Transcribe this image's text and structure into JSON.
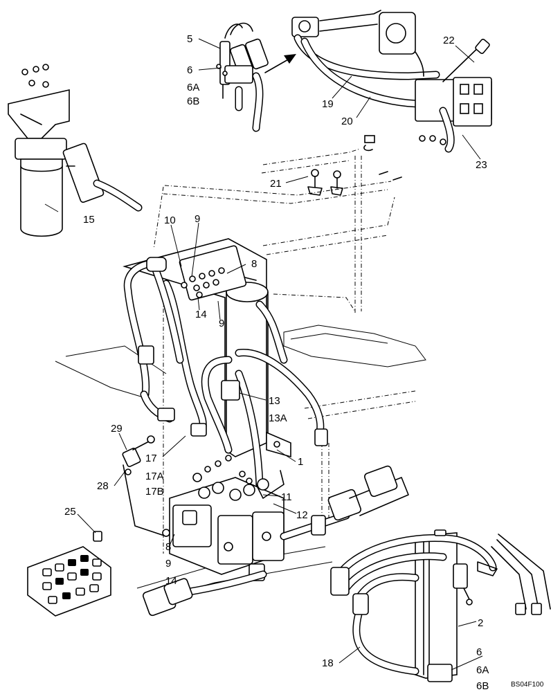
{
  "drawing_code": "BS04F100",
  "callouts": {
    "c5": "5",
    "c6_top": "6",
    "c6a_top": "6A",
    "c6b_top": "6B",
    "c22": "22",
    "c19": "19",
    "c20": "20",
    "c23": "23",
    "c21": "21",
    "c15": "15",
    "c10": "10",
    "c9_a": "9",
    "c8_a": "8",
    "c14_a": "14",
    "c9_b": "9",
    "c13": "13",
    "c13a": "13A",
    "c29": "29",
    "c17": "17",
    "c17a": "17A",
    "c17b": "17B",
    "c28": "28",
    "c1": "1",
    "c11": "11",
    "c12": "12",
    "c25": "25",
    "c8_b": "8",
    "c9_c": "9",
    "c14_b": "14",
    "c2": "2",
    "c18": "18",
    "c6_bot": "6",
    "c6a_bot": "6A",
    "c6b_bot": "6B"
  }
}
